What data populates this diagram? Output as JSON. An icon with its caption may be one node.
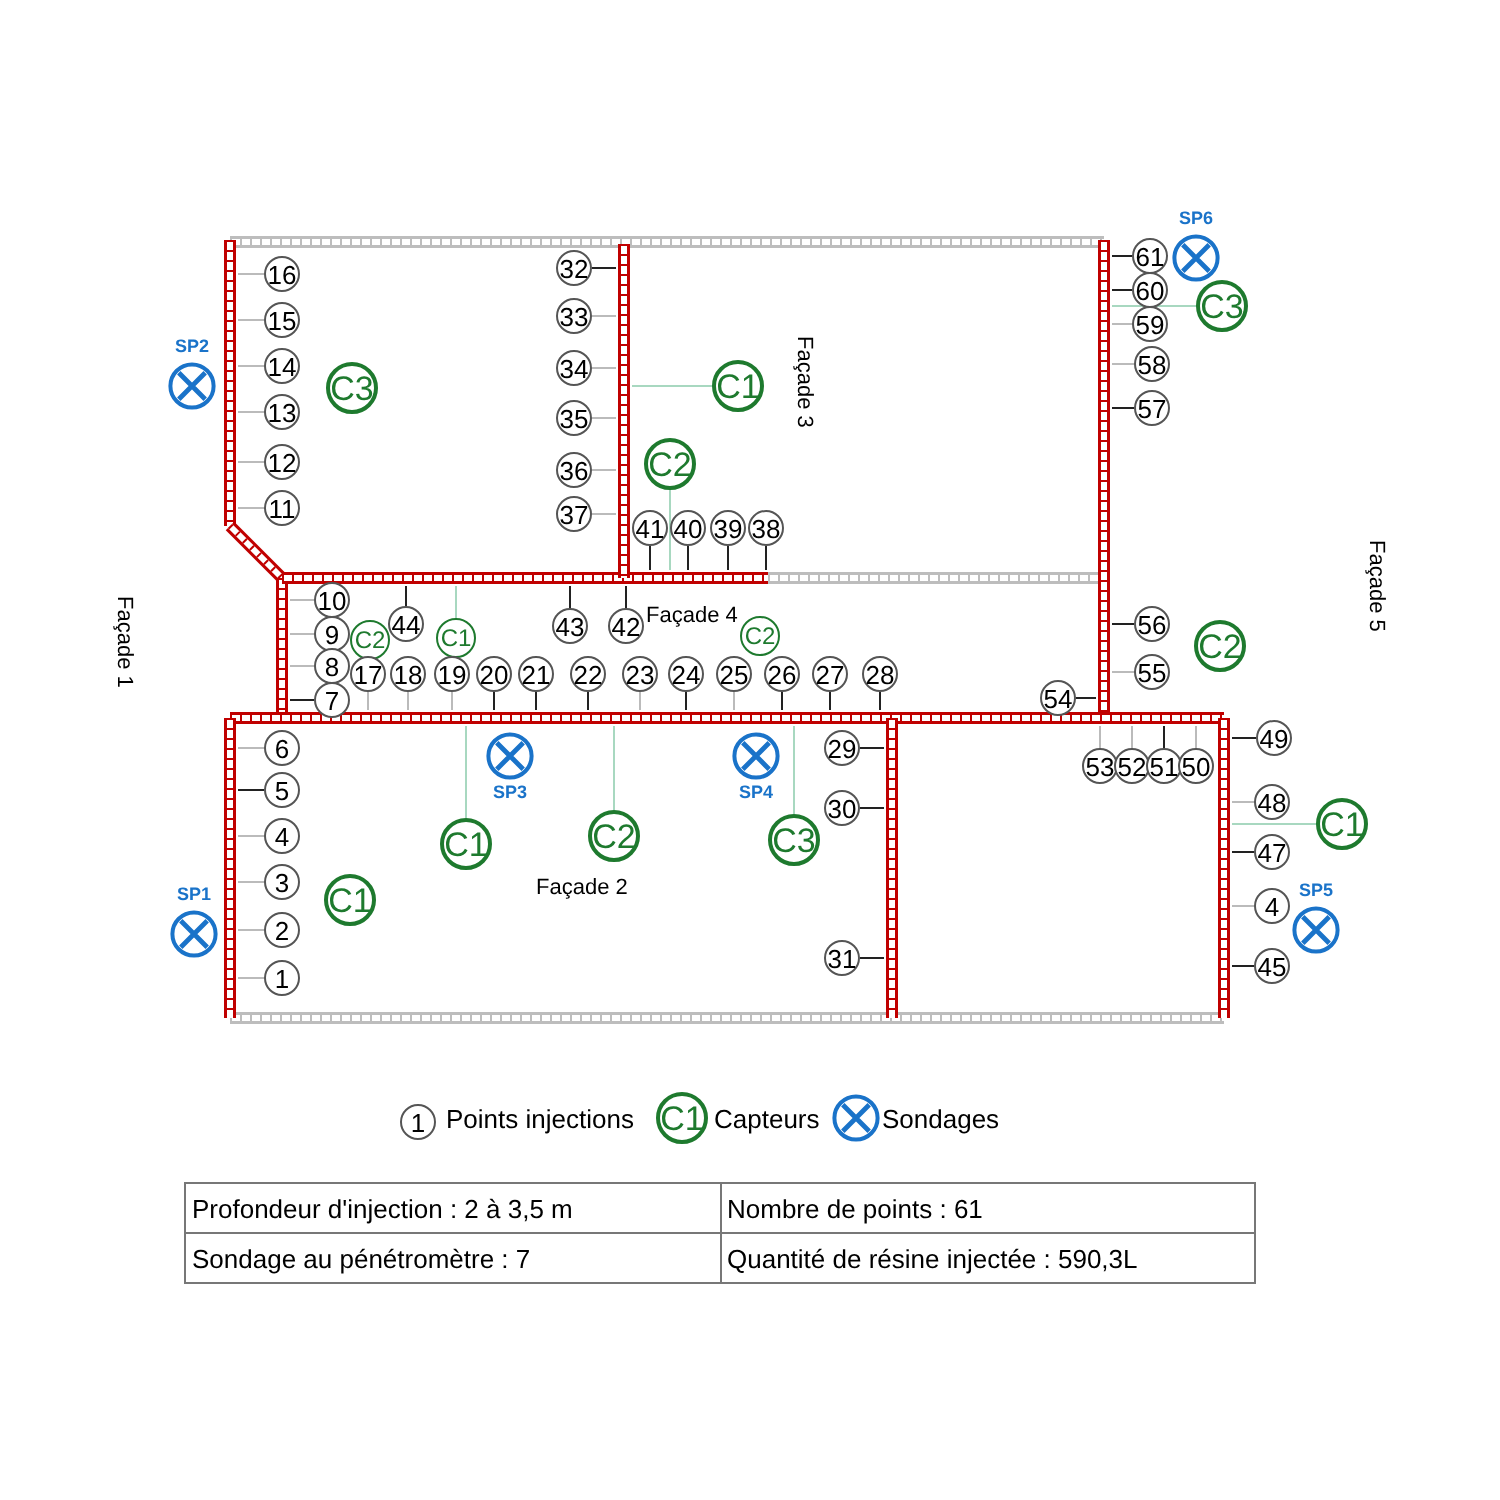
{
  "diagram": {
    "nodes": [
      {
        "text": [
          "16"
        ]
      },
      {
        "text": [
          "15"
        ]
      },
      {
        "text": [
          "14"
        ]
      },
      {
        "text": [
          "13"
        ]
      },
      {
        "text": [
          "12"
        ]
      },
      {
        "text": [
          "11"
        ]
      },
      {
        "text": [],
        "shape": "circle",
        "beside": [
          "SP2"
        ]
      },
      {
        "text": [
          "C3"
        ]
      },
      {
        "text": [
          "32"
        ]
      },
      {
        "text": [
          "33"
        ]
      },
      {
        "text": [
          "34"
        ]
      },
      {
        "text": [
          "35"
        ]
      },
      {
        "text": [
          "36"
        ]
      },
      {
        "text": [
          "37"
        ]
      },
      {
        "text": [
          "C1"
        ]
      },
      {
        "text": [
          "C2"
        ]
      },
      {
        "text": [
          "41"
        ]
      },
      {
        "text": [
          "40"
        ]
      },
      {
        "text": [
          "39"
        ]
      },
      {
        "text": [
          "38"
        ]
      },
      {
        "text": [],
        "shape": "circle",
        "beside": [
          "SP6"
        ]
      },
      {
        "text": [
          "61"
        ]
      },
      {
        "text": [
          "60"
        ]
      },
      {
        "text": [
          "C3"
        ]
      },
      {
        "text": [
          "59"
        ]
      },
      {
        "text": [
          "58"
        ]
      },
      {
        "text": [
          "57"
        ]
      },
      {
        "text": [
          "10"
        ]
      },
      {
        "text": [
          "9"
        ]
      },
      {
        "text": [
          "C2"
        ]
      },
      {
        "text": [
          "44"
        ]
      },
      {
        "text": [
          "C1"
        ]
      },
      {
        "text": [
          "8"
        ]
      },
      {
        "text": [
          "7"
        ]
      },
      {
        "text": [
          "43"
        ]
      },
      {
        "text": [
          "42"
        ]
      },
      {
        "text": [
          "C2"
        ]
      },
      {
        "text": [
          "17"
        ]
      },
      {
        "text": [
          "18"
        ]
      },
      {
        "text": [
          "19"
        ]
      },
      {
        "text": [
          "20"
        ]
      },
      {
        "text": [
          "21"
        ]
      },
      {
        "text": [
          "22"
        ]
      },
      {
        "text": [
          "23"
        ]
      },
      {
        "text": [
          "24"
        ]
      },
      {
        "text": [
          "25"
        ]
      },
      {
        "text": [
          "26"
        ]
      },
      {
        "text": [
          "27"
        ]
      },
      {
        "text": [
          "28"
        ]
      },
      {
        "text": [
          "56"
        ]
      },
      {
        "text": [
          "55"
        ]
      },
      {
        "text": [
          "C2"
        ]
      },
      {
        "text": [
          "54"
        ]
      },
      {
        "text": [
          "6"
        ]
      },
      {
        "text": [
          "5"
        ]
      },
      {
        "text": [
          "4"
        ]
      },
      {
        "text": [
          "3"
        ]
      },
      {
        "text": [
          "2"
        ]
      },
      {
        "text": [
          "1"
        ]
      },
      {
        "text": [],
        "shape": "circle",
        "beside": [
          "SP1"
        ]
      },
      {
        "text": [
          "C1"
        ]
      },
      {
        "text": [],
        "shape": "circle",
        "beside": [
          "SP3"
        ]
      },
      {
        "text": [
          "C1"
        ]
      },
      {
        "text": [
          "C2"
        ]
      },
      {
        "text": [],
        "shape": "circle",
        "beside": [
          "SP4"
        ]
      },
      {
        "text": [
          "C3"
        ]
      },
      {
        "text": [
          "29"
        ]
      },
      {
        "text": [
          "30"
        ]
      },
      {
        "text": [
          "31"
        ]
      },
      {
        "text": [
          "53"
        ]
      },
      {
        "text": [
          "52"
        ]
      },
      {
        "text": [
          "51"
        ]
      },
      {
        "text": [
          "50"
        ]
      },
      {
        "text": [
          "49"
        ]
      },
      {
        "text": [
          "48"
        ]
      },
      {
        "text": [
          "C1"
        ]
      },
      {
        "text": [
          "47"
        ]
      },
      {
        "text": [
          "4"
        ]
      },
      {
        "text": [],
        "shape": "circle",
        "beside": [
          "SP5"
        ]
      },
      {
        "text": [
          "45"
        ]
      },
      {
        "text": [
          "1"
        ]
      },
      {
        "text": [
          "C1"
        ]
      },
      {
        "text": [],
        "shape": "circle"
      }
    ],
    "labels": [
      "Façade 3",
      "Façade 5",
      "Façade 4",
      "Façade 1",
      "Façade 2",
      "Profondeur d'injection : 2 à 3,5 m",
      "Nombre de points : 61",
      "Sondage au pénétromètre : 7",
      "Quantité de résine injectée : 590,3L"
    ],
    "legend": [
      {
        "text": "Points injections"
      },
      {
        "text": "Capteurs"
      },
      {
        "text": "Sondages"
      }
    ]
  }
}
